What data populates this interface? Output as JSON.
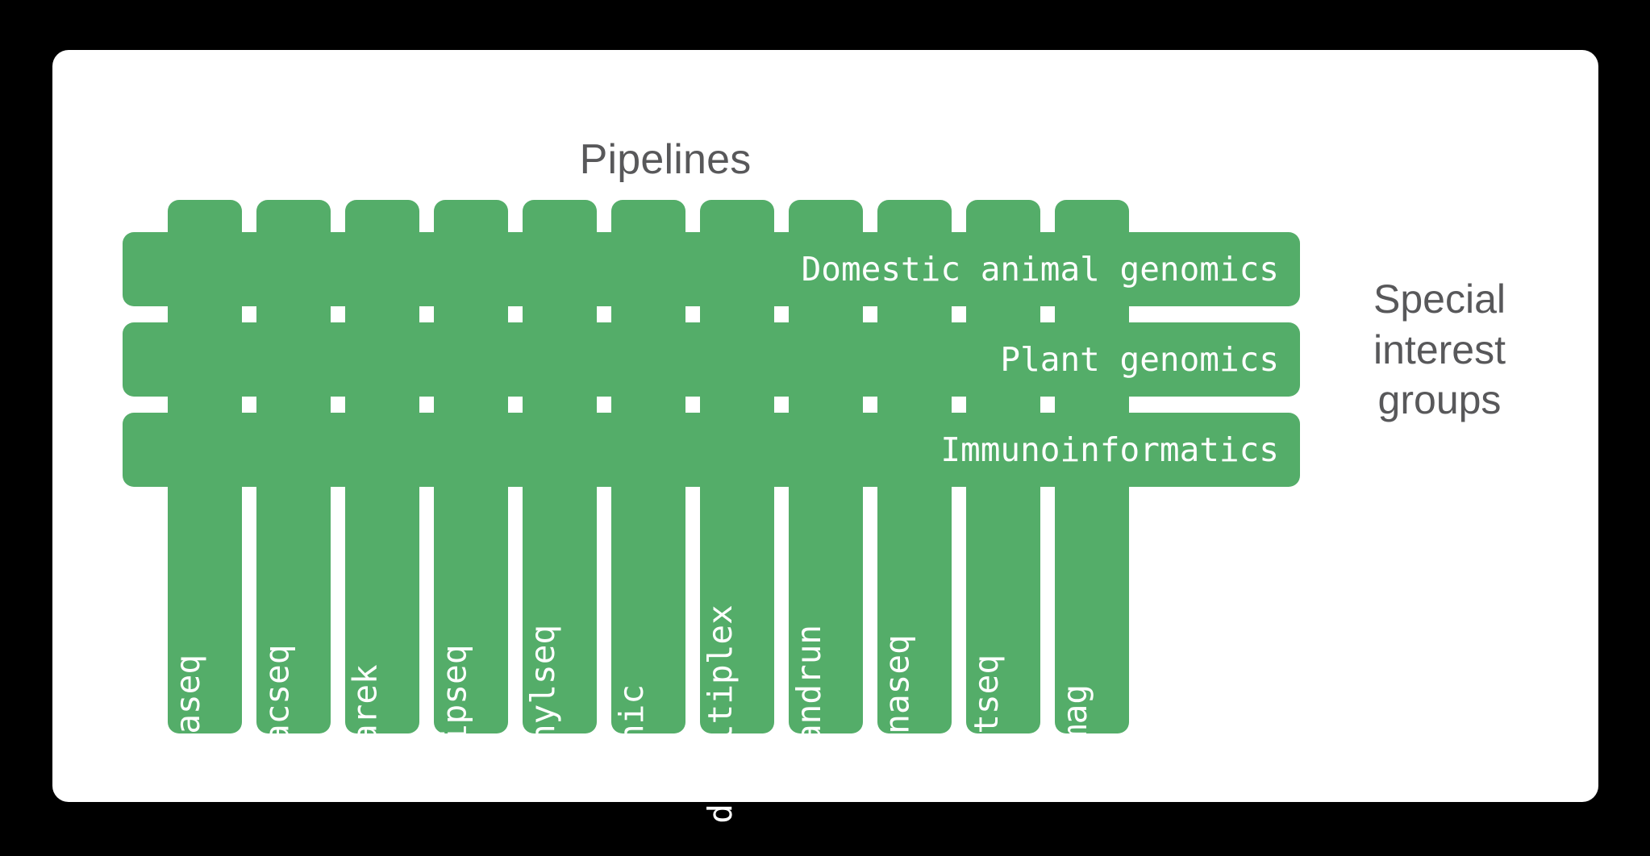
{
  "canvas": {
    "background_color": "#000000",
    "card_color": "#ffffff",
    "accent_color": "#54ad69",
    "label_text_color": "#ffffff",
    "heading_text_color": "#58585a"
  },
  "headings": {
    "pipelines": "Pipelines",
    "special_interest_groups_lines": [
      "Special",
      "interest",
      "groups"
    ]
  },
  "pipelines": [
    {
      "label": "rnaseq"
    },
    {
      "label": "atacseq"
    },
    {
      "label": "sarek"
    },
    {
      "label": "chipseq"
    },
    {
      "label": "methylseq"
    },
    {
      "label": "hic"
    },
    {
      "label": "demultiplex"
    },
    {
      "label": "cutandrun"
    },
    {
      "label": "smrnaseq"
    },
    {
      "label": "hgtseq"
    },
    {
      "label": "mag"
    }
  ],
  "special_interest_groups": [
    {
      "label": "Domestic animal genomics"
    },
    {
      "label": "Plant genomics"
    },
    {
      "label": "Immunoinformatics"
    }
  ]
}
